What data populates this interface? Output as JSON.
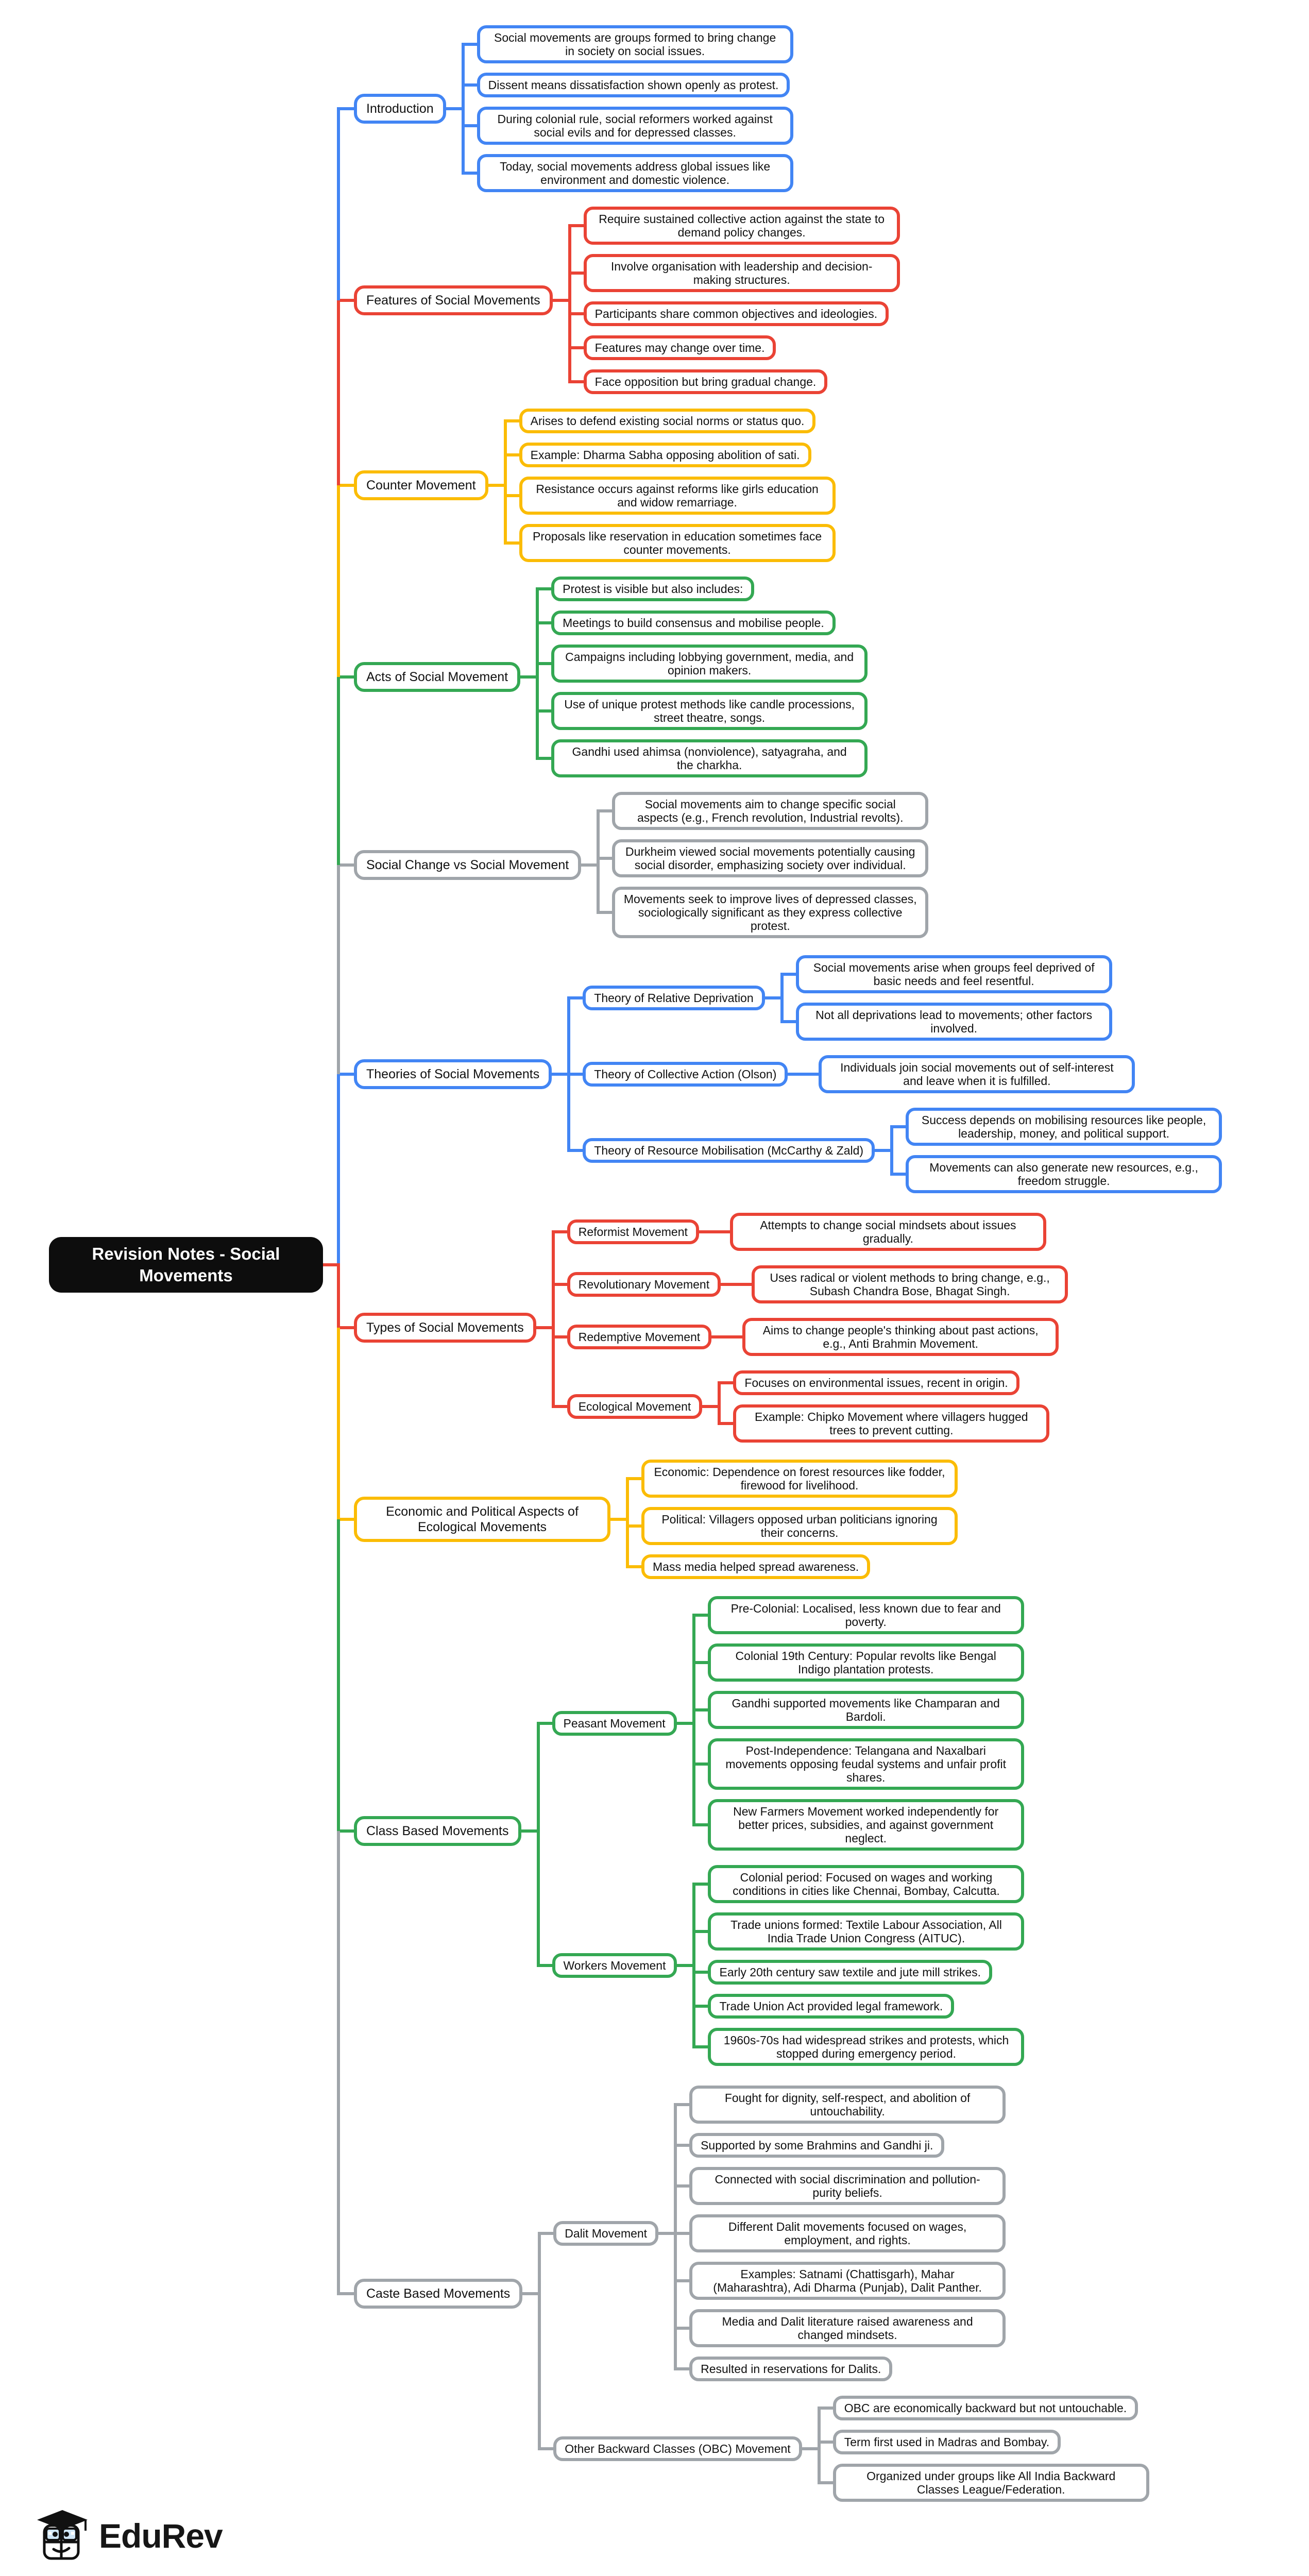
{
  "root": {
    "label": "Revision Notes - Social Movements"
  },
  "logo": {
    "text": "EduRev"
  },
  "colors": {
    "blue": "#4285F4",
    "red": "#EA4335",
    "yellow": "#FBBC05",
    "green": "#34A853",
    "gray": "#A0A5AA",
    "root_bg": "#0D0D0D"
  },
  "branches": [
    {
      "label": "Introduction",
      "color": "blue",
      "children": [
        {
          "label": "Social movements are groups formed to bring change in society on social issues."
        },
        {
          "label": "Dissent means dissatisfaction shown openly as protest."
        },
        {
          "label": "During colonial rule, social reformers worked against social evils and for depressed classes."
        },
        {
          "label": "Today, social movements address global issues like environment and domestic violence."
        }
      ]
    },
    {
      "label": "Features of Social Movements",
      "color": "red",
      "children": [
        {
          "label": "Require sustained collective action against the state to demand policy changes."
        },
        {
          "label": "Involve organisation with leadership and decision-making structures."
        },
        {
          "label": "Participants share common objectives and ideologies."
        },
        {
          "label": "Features may change over time."
        },
        {
          "label": "Face opposition but bring gradual change."
        }
      ]
    },
    {
      "label": "Counter Movement",
      "color": "yellow",
      "children": [
        {
          "label": "Arises to defend existing social norms or status quo."
        },
        {
          "label": "Example: Dharma Sabha opposing abolition of sati."
        },
        {
          "label": "Resistance occurs against reforms like girls education and widow remarriage."
        },
        {
          "label": "Proposals like reservation in education sometimes face counter movements."
        }
      ]
    },
    {
      "label": "Acts of Social Movement",
      "color": "green",
      "children": [
        {
          "label": "Protest is visible but also includes:"
        },
        {
          "label": "Meetings to build consensus and mobilise people."
        },
        {
          "label": "Campaigns including lobbying government, media, and opinion makers."
        },
        {
          "label": "Use of unique protest methods like candle processions, street theatre, songs."
        },
        {
          "label": "Gandhi used ahimsa (nonviolence), satyagraha, and the charkha."
        }
      ]
    },
    {
      "label": "Social Change vs Social Movement",
      "color": "gray",
      "children": [
        {
          "label": "Social movements aim to change specific social aspects (e.g., French revolution, Industrial revolts)."
        },
        {
          "label": "Durkheim viewed social movements potentially causing social disorder, emphasizing society over individual."
        },
        {
          "label": "Movements seek to improve lives of depressed classes, sociologically significant as they express collective protest."
        }
      ]
    },
    {
      "label": "Theories of Social Movements",
      "color": "blue",
      "children": [
        {
          "label": "Theory of Relative Deprivation",
          "children": [
            {
              "label": "Social movements arise when groups feel deprived of basic needs and feel resentful."
            },
            {
              "label": "Not all deprivations lead to movements; other factors involved."
            }
          ]
        },
        {
          "label": "Theory of Collective Action (Olson)",
          "children": [
            {
              "label": "Individuals join social movements out of self-interest and leave when it is fulfilled."
            }
          ]
        },
        {
          "label": "Theory of Resource Mobilisation (McCarthy & Zald)",
          "children": [
            {
              "label": "Success depends on mobilising resources like people, leadership, money, and political support."
            },
            {
              "label": "Movements can also generate new resources, e.g., freedom struggle."
            }
          ]
        }
      ]
    },
    {
      "label": "Types of Social Movements",
      "color": "red",
      "children": [
        {
          "label": "Reformist Movement",
          "children": [
            {
              "label": "Attempts to change social mindsets about issues gradually."
            }
          ]
        },
        {
          "label": "Revolutionary Movement",
          "children": [
            {
              "label": "Uses radical or violent methods to bring change, e.g., Subash Chandra Bose, Bhagat Singh."
            }
          ]
        },
        {
          "label": "Redemptive Movement",
          "children": [
            {
              "label": "Aims to change people's thinking about past actions, e.g., Anti Brahmin Movement."
            }
          ]
        },
        {
          "label": "Ecological Movement",
          "children": [
            {
              "label": "Focuses on environmental issues, recent in origin."
            },
            {
              "label": "Example: Chipko Movement where villagers hugged trees to prevent cutting."
            }
          ]
        }
      ]
    },
    {
      "label": "Economic and Political Aspects of Ecological Movements",
      "color": "yellow",
      "children": [
        {
          "label": "Economic: Dependence on forest resources like fodder, firewood for livelihood."
        },
        {
          "label": "Political: Villagers opposed urban politicians ignoring their concerns."
        },
        {
          "label": "Mass media helped spread awareness."
        }
      ]
    },
    {
      "label": "Class Based Movements",
      "color": "green",
      "children": [
        {
          "label": "Peasant Movement",
          "children": [
            {
              "label": "Pre-Colonial: Localised, less known due to fear and poverty."
            },
            {
              "label": "Colonial 19th Century: Popular revolts like Bengal Indigo plantation protests."
            },
            {
              "label": "Gandhi supported movements like Champaran and Bardoli."
            },
            {
              "label": "Post-Independence: Telangana and Naxalbari movements opposing feudal systems and unfair profit shares."
            },
            {
              "label": "New Farmers Movement worked independently for better prices, subsidies, and against government neglect."
            }
          ]
        },
        {
          "label": "Workers Movement",
          "children": [
            {
              "label": "Colonial period: Focused on wages and working conditions in cities like Chennai, Bombay, Calcutta."
            },
            {
              "label": "Trade unions formed: Textile Labour Association, All India Trade Union Congress (AITUC)."
            },
            {
              "label": "Early 20th century saw textile and jute mill strikes."
            },
            {
              "label": "Trade Union Act provided legal framework."
            },
            {
              "label": "1960s-70s had widespread strikes and protests, which stopped during emergency period."
            }
          ]
        }
      ]
    },
    {
      "label": "Caste Based Movements",
      "color": "gray",
      "children": [
        {
          "label": "Dalit Movement",
          "children": [
            {
              "label": "Fought for dignity, self-respect, and abolition of untouchability."
            },
            {
              "label": "Supported by some Brahmins and Gandhi ji."
            },
            {
              "label": "Connected with social discrimination and pollution-purity beliefs."
            },
            {
              "label": "Different Dalit movements focused on wages, employment, and rights."
            },
            {
              "label": "Examples: Satnami (Chattisgarh), Mahar (Maharashtra), Adi Dharma (Punjab), Dalit Panther."
            },
            {
              "label": "Media and Dalit literature raised awareness and changed mindsets."
            },
            {
              "label": "Resulted in reservations for Dalits."
            }
          ]
        },
        {
          "label": "Other Backward Classes (OBC) Movement",
          "children": [
            {
              "label": "OBC are economically backward but not untouchable."
            },
            {
              "label": "Term first used in Madras and Bombay."
            },
            {
              "label": "Organized under groups like All India Backward Classes League/Federation."
            }
          ]
        }
      ]
    }
  ]
}
